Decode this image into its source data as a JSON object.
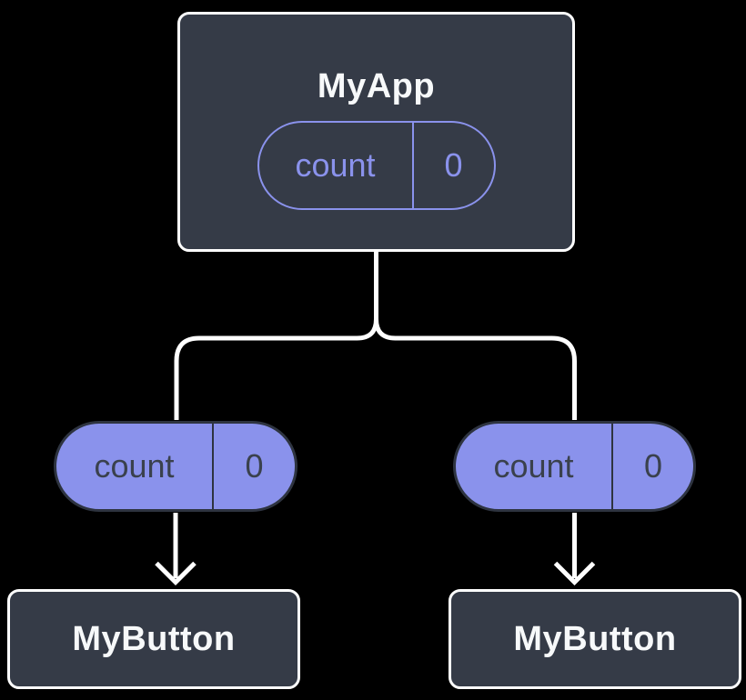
{
  "colors": {
    "background": "#000000",
    "component_fill": "#353B47",
    "component_border": "#FFFFFF",
    "component_text": "#F7F9FA",
    "accent_purple": "#8A92EC",
    "pill_text_dark": "#3A414D",
    "pill_border_dark": "#2E3440",
    "connector": "#FFFFFF"
  },
  "root_component": {
    "title": "MyApp",
    "state": {
      "label": "count",
      "value": "0"
    }
  },
  "left_prop": {
    "label": "count",
    "value": "0"
  },
  "right_prop": {
    "label": "count",
    "value": "0"
  },
  "left_child": {
    "title": "MyButton"
  },
  "right_child": {
    "title": "MyButton"
  }
}
